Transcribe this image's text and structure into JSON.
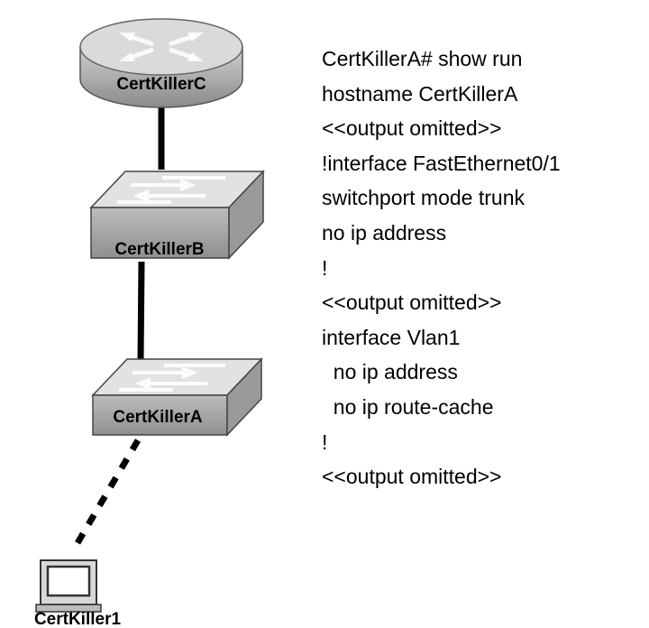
{
  "devices": {
    "router_c": {
      "label": "CertKillerC"
    },
    "switch_b": {
      "label": "CertKillerB"
    },
    "switch_a": {
      "label": "CertKillerA"
    },
    "pc_1": {
      "label": "CertKiller1"
    }
  },
  "config_output": [
    "CertKillerA# show run",
    "hostname CertKillerA",
    "<<output omitted>>",
    "!interface FastEthernet0/1",
    "switchport mode trunk",
    "no ip address",
    "!",
    "<<output omitted>>",
    "interface Vlan1",
    "  no ip address",
    "  no ip route-cache",
    "!",
    "<<output omitted>>"
  ],
  "colors": {
    "device_fill": "#c8c8c8",
    "device_top": "#e4e4e4",
    "line": "#000000"
  }
}
